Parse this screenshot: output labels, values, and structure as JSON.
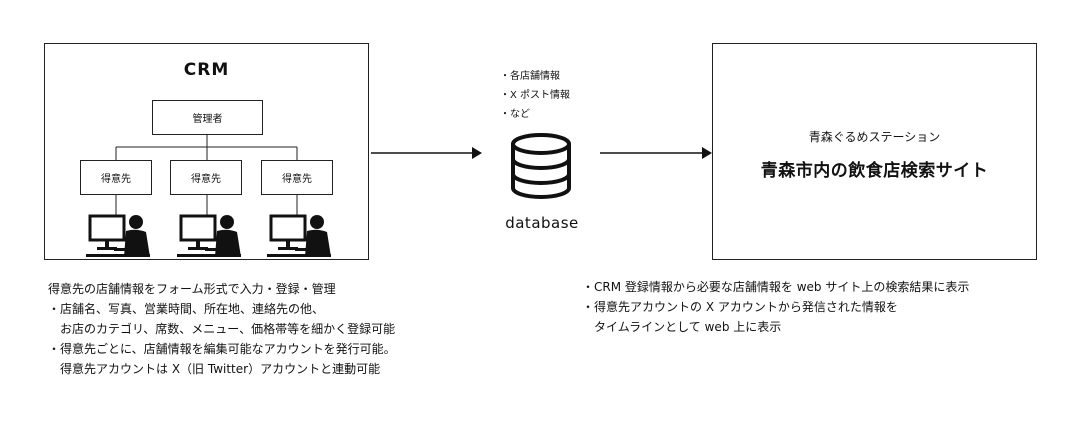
{
  "crm": {
    "title": "CRM",
    "admin_label": "管理者",
    "clients": [
      "得意先",
      "得意先",
      "得意先"
    ]
  },
  "database": {
    "label": "database",
    "notes": [
      "・各店舗情報",
      "・X ポスト情報",
      "・など"
    ]
  },
  "site": {
    "subtitle": "青森ぐるめステーション",
    "title": "青森市内の飲食店検索サイト"
  },
  "left_description": {
    "heading": "得意先の店舗情報をフォーム形式で入力・登録・管理",
    "bullets": [
      {
        "first": "・店舗名、写真、営業時間、所在地、連絡先の他、",
        "rest": "お店のカテゴリ、席数、メニュー、価格帯等を細かく登録可能"
      },
      {
        "first": "・得意先ごとに、店舗情報を編集可能なアカウントを発行可能。",
        "rest": "得意先アカウントは X（旧 Twitter）アカウントと連動可能"
      }
    ]
  },
  "right_description": {
    "bullets": [
      {
        "first": "・CRM 登録情報から必要な店舗情報を web サイト上の検索結果に表示",
        "rest": ""
      },
      {
        "first": "・得意先アカウントの X アカウントから発信された情報を",
        "rest": "タイムラインとして web 上に表示"
      }
    ]
  },
  "colors": {
    "stroke": "#222222",
    "figure": "#111111"
  },
  "icons": [
    "user-at-computer-icon",
    "database-icon",
    "arrow-right-icon"
  ]
}
